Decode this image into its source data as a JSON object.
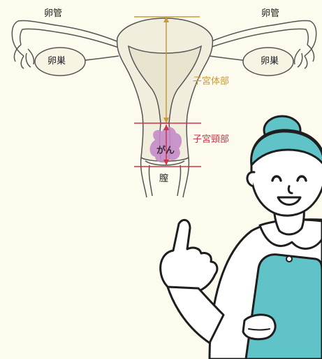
{
  "labels": {
    "fallopian_tube_left": "卵管",
    "fallopian_tube_right": "卵管",
    "ovary_left": "卵巣",
    "ovary_right": "卵巣",
    "uterine_body": "子宮体部",
    "cervix": "子宮頸部",
    "cancer": "がん",
    "vagina": "膣"
  },
  "colors": {
    "background": "#fdfbee",
    "uterus_outline": "#555555",
    "uterus_fill": "#f1eedd",
    "uterine_body_marker": "#c79a3a",
    "cervix_marker": "#d2334a",
    "cancer_blob": "#c48ac8",
    "nurse_cap": "#5fc3c8",
    "clipboard": "#5fc3c8"
  }
}
